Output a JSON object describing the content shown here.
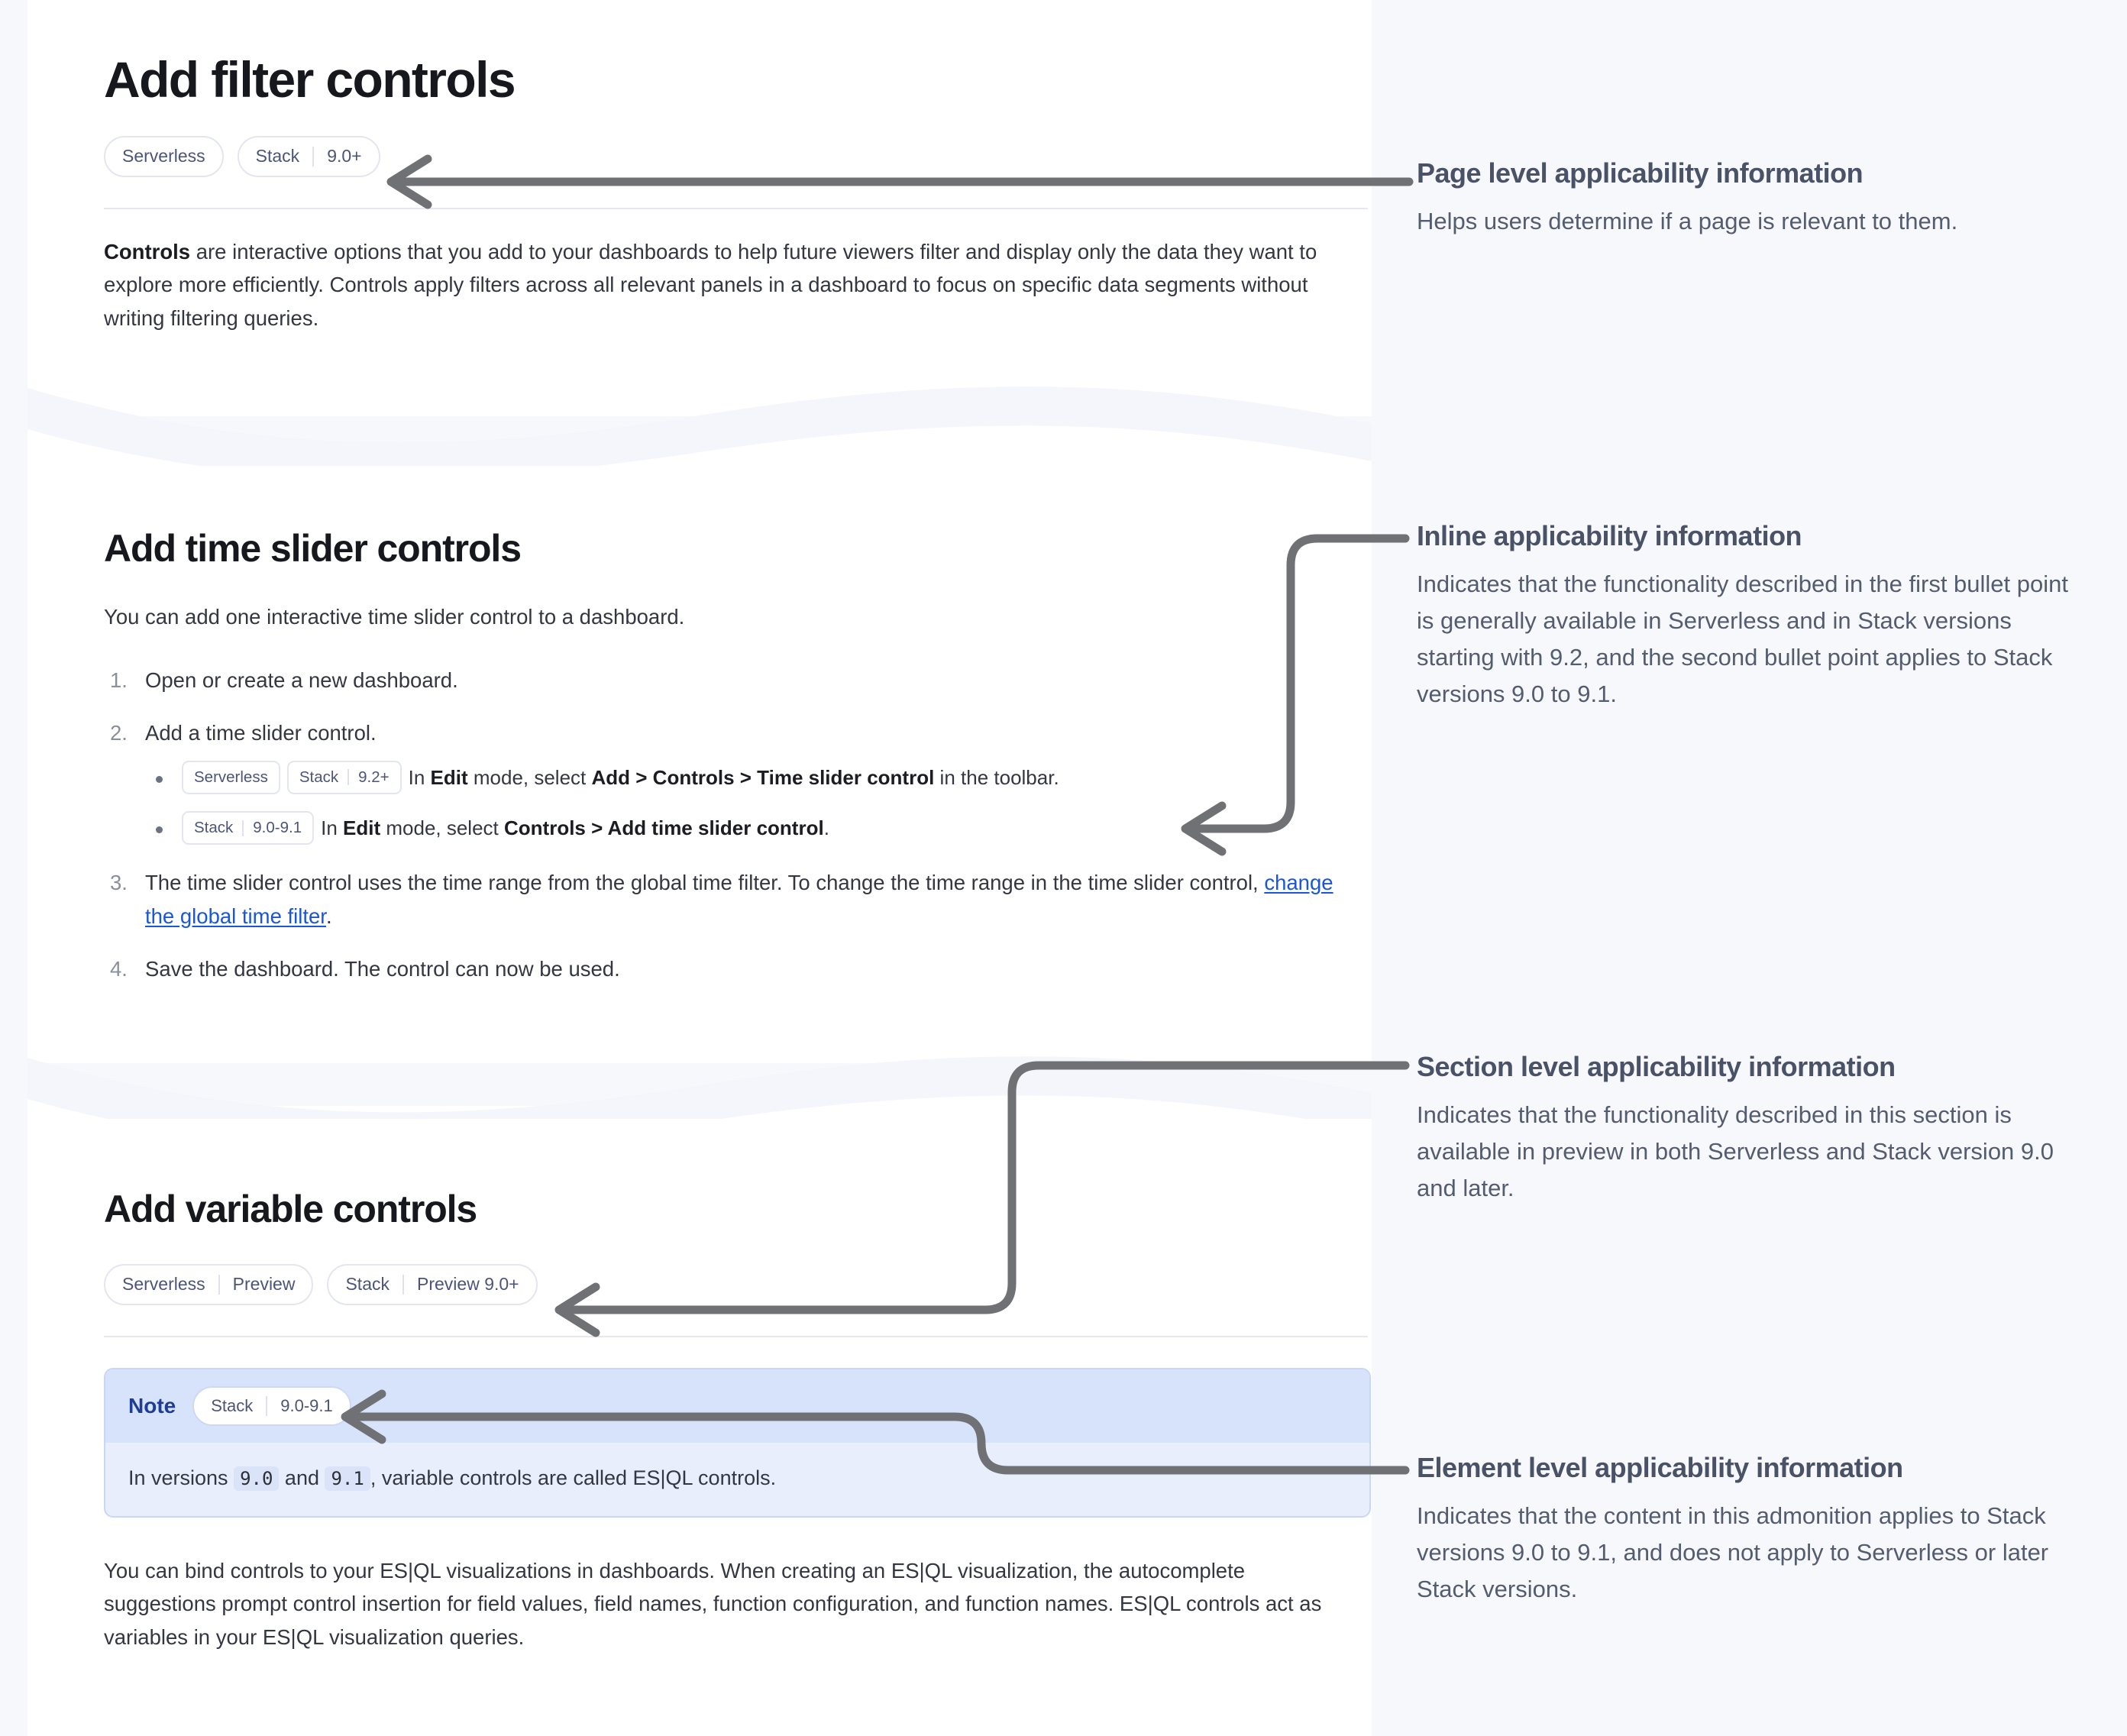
{
  "document": {
    "page_title": "Add filter controls",
    "page_badges": [
      {
        "name": "Serverless",
        "version": ""
      },
      {
        "name": "Stack",
        "version": "9.0+"
      }
    ],
    "intro": {
      "lead": "Controls",
      "rest": " are interactive options that you add to your dashboards to help future viewers filter and display only the data they want to explore more efficiently. Controls apply filters across all relevant panels in a dashboard to focus on specific data segments without writing filtering queries."
    },
    "section_time_slider": {
      "title": "Add time slider controls",
      "intro": "You can add one interactive time slider control to a dashboard.",
      "steps": [
        {
          "text": "Open or create a new dashboard."
        },
        {
          "text": "Add a time slider control.",
          "bullets": [
            {
              "badges": [
                {
                  "name": "Serverless",
                  "version": ""
                },
                {
                  "name": "Stack",
                  "version": "9.2+"
                }
              ],
              "parts": [
                {
                  "t": "In ",
                  "b": false
                },
                {
                  "t": "Edit",
                  "b": true
                },
                {
                  "t": " mode, select ",
                  "b": false
                },
                {
                  "t": "Add > Controls > Time slider control",
                  "b": true
                },
                {
                  "t": " in the toolbar.",
                  "b": false
                }
              ]
            },
            {
              "badges": [
                {
                  "name": "Stack",
                  "version": "9.0-9.1"
                }
              ],
              "parts": [
                {
                  "t": "In ",
                  "b": false
                },
                {
                  "t": "Edit",
                  "b": true
                },
                {
                  "t": " mode, select ",
                  "b": false
                },
                {
                  "t": "Controls > Add time slider control",
                  "b": true
                },
                {
                  "t": ".",
                  "b": false
                }
              ]
            }
          ]
        },
        {
          "text_before_link": "The time slider control uses the time range from the global time filter. To change the time range in the time slider control, ",
          "link_text": "change the global time filter",
          "text_after_link": "."
        },
        {
          "text": "Save the dashboard. The control can now be used."
        }
      ]
    },
    "section_variable": {
      "title": "Add variable controls",
      "badges": [
        {
          "name": "Serverless",
          "version": "Preview"
        },
        {
          "name": "Stack",
          "version": "Preview 9.0+"
        }
      ],
      "note": {
        "label": "Note",
        "badges": [
          {
            "name": "Stack",
            "version": "9.0-9.1"
          }
        ],
        "body_parts": [
          {
            "t": "In versions ",
            "code": false
          },
          {
            "t": "9.0",
            "code": true
          },
          {
            "t": " and ",
            "code": false
          },
          {
            "t": "9.1",
            "code": true
          },
          {
            "t": ", variable controls are called ES|QL controls.",
            "code": false
          }
        ]
      },
      "paragraph": "You can bind controls to your ES|QL visualizations in dashboards. When creating an ES|QL visualization, the autocomplete suggestions prompt control insertion for field values, field names, function configuration, and function names. ES|QL controls act as variables in your ES|QL visualization queries."
    }
  },
  "annotations": [
    {
      "title": "Page level applicability information",
      "text": "Helps users determine if a page is relevant to them."
    },
    {
      "title": "Inline applicability information",
      "text": "Indicates that the functionality described in the first bullet point is generally available in Serverless and in Stack versions starting with 9.2, and the second bullet point applies to Stack versions 9.0 to 9.1."
    },
    {
      "title": "Section level applicability information",
      "text": "Indicates that the functionality described in this section is available in preview in both Serverless and Stack version 9.0 and later."
    },
    {
      "title": "Element level applicability information",
      "text": "Indicates that the content in this admonition applies to Stack versions 9.0 to 9.1, and does not apply to Serverless or later Stack versions."
    }
  ],
  "colors": {
    "page_background": "#f7f8fc",
    "card_background": "#ffffff",
    "badge_text": "#4c5578",
    "badge_border": "#e3e6ef",
    "link": "#1a56db",
    "note_header": "#d7e3fb",
    "note_body": "#e8eefc",
    "note_label": "#1f3d94",
    "annotation_title": "#4a5268",
    "annotation_text": "#545c70",
    "arrow": "#6f7175"
  }
}
